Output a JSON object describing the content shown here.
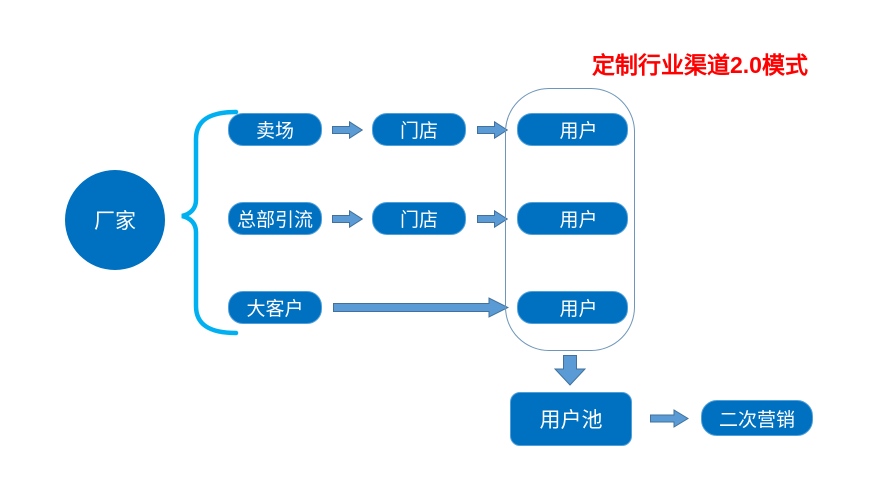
{
  "title": {
    "text": "定制行业渠道2.0模式"
  },
  "nodes": {
    "manufacturer": "厂家",
    "row1_source": "卖场",
    "row1_store": "门店",
    "row1_user": "用户",
    "row2_source": "总部引流",
    "row2_store": "门店",
    "row2_user": "用户",
    "row3_source": "大客户",
    "row3_user": "用户",
    "pool": "用户池",
    "secondary": "二次营销"
  },
  "colors": {
    "node_fill": "#0070C0",
    "node_border": "#4FA0DA",
    "node_text": "#FFFFFF",
    "brace": "#00B0F0",
    "arrow_fill": "#5B9BD5",
    "arrow_outline": "#41719C",
    "container_border": "#6D96BA",
    "title_text": "#FF0000"
  }
}
